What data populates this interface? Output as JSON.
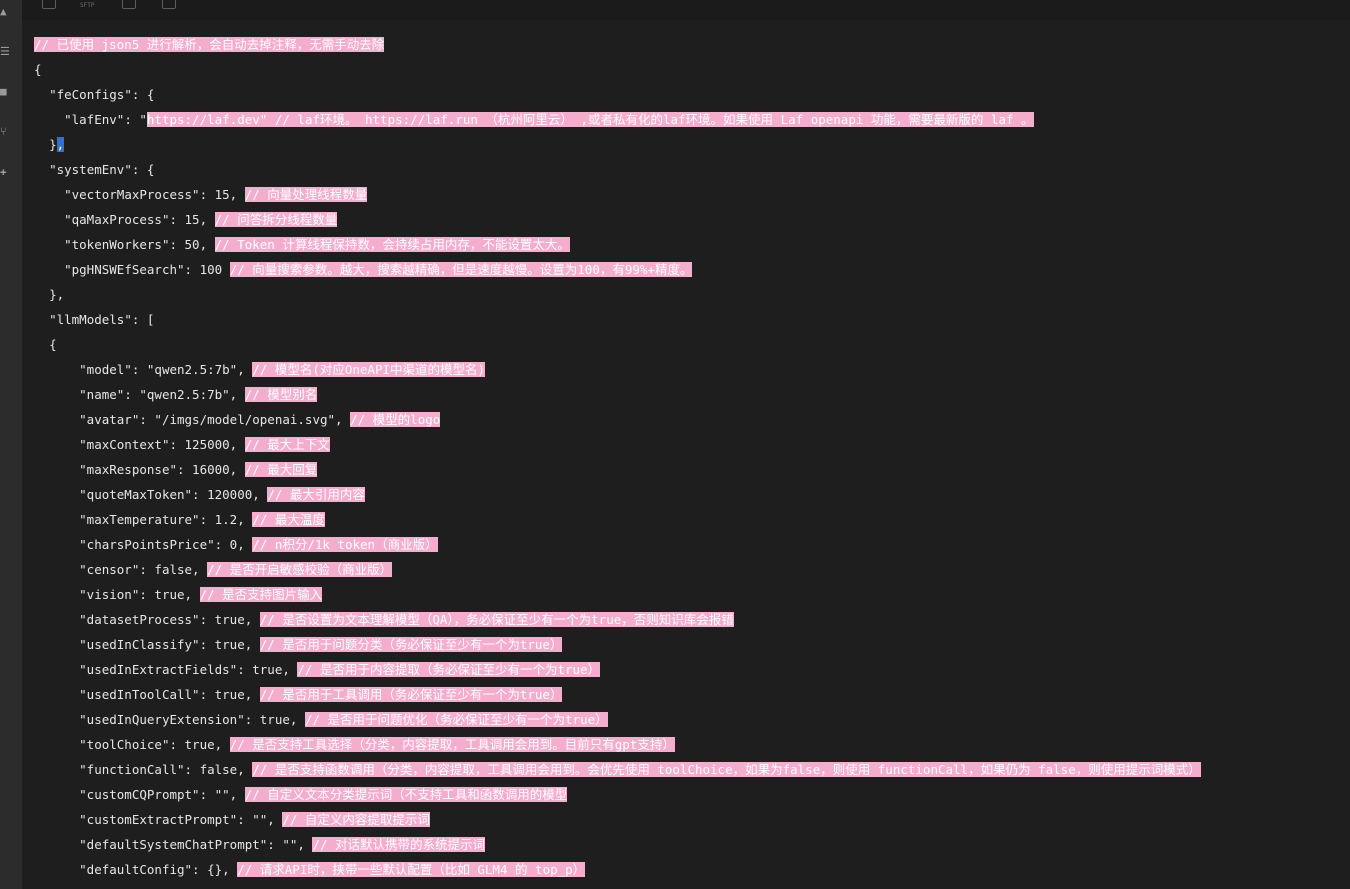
{
  "toolbar": {
    "sftp_label": "SFTP"
  },
  "lines": [
    {
      "indent": "",
      "pre": "",
      "sel": "// 已使用 json5 进行解析，会自动去掉注释，无需手动去除",
      "post": ""
    },
    {
      "indent": "",
      "pre": "{",
      "sel": "",
      "post": ""
    },
    {
      "indent": "  ",
      "pre": "\"feConfigs\": {",
      "sel": "",
      "post": ""
    },
    {
      "indent": "    ",
      "pre": "\"lafEnv\": \"",
      "sel": "https://laf.dev\" // laf环境。 https://laf.run （杭州阿里云） ,或者私有化的laf环境。如果使用 Laf openapi 功能，需要最新版的 laf 。",
      "post": ""
    },
    {
      "indent": "  ",
      "pre": "}",
      "cursor": ",",
      "sel": "",
      "post": ""
    },
    {
      "indent": "  ",
      "pre": "\"systemEnv\": {",
      "sel": "",
      "post": ""
    },
    {
      "indent": "    ",
      "pre": "\"vectorMaxProcess\": 15, ",
      "sel": "// 向量处理线程数量",
      "post": ""
    },
    {
      "indent": "    ",
      "pre": "\"qaMaxProcess\": 15, ",
      "sel": "// 问答拆分线程数量",
      "post": ""
    },
    {
      "indent": "    ",
      "pre": "\"tokenWorkers\": 50, ",
      "sel": "// Token 计算线程保持数，会持续占用内存，不能设置太大。",
      "post": ""
    },
    {
      "indent": "    ",
      "pre": "\"pgHNSWEfSearch\": 100 ",
      "sel": "// 向量搜索参数。越大，搜索越精确，但是速度越慢。设置为100，有99%+精度。",
      "post": ""
    },
    {
      "indent": "  ",
      "pre": "},",
      "sel": "",
      "post": ""
    },
    {
      "indent": "  ",
      "pre": "\"llmModels\": [",
      "sel": "",
      "post": ""
    },
    {
      "indent": "  ",
      "pre": "{",
      "sel": "",
      "post": ""
    },
    {
      "indent": "      ",
      "pre": "\"model\": \"qwen2.5:7b\", ",
      "sel": "// 模型名(对应OneAPI中渠道的模型名)",
      "post": ""
    },
    {
      "indent": "      ",
      "pre": "\"name\": \"qwen2.5:7b\", ",
      "sel": "// 模型别名",
      "post": ""
    },
    {
      "indent": "      ",
      "pre": "\"avatar\": \"/imgs/model/openai.svg\", ",
      "sel": "// 模型的logo",
      "post": ""
    },
    {
      "indent": "      ",
      "pre": "\"maxContext\": 125000, ",
      "sel": "// 最大上下文",
      "post": ""
    },
    {
      "indent": "      ",
      "pre": "\"maxResponse\": 16000, ",
      "sel": "// 最大回复",
      "post": ""
    },
    {
      "indent": "      ",
      "pre": "\"quoteMaxToken\": 120000, ",
      "sel": "// 最大引用内容",
      "post": ""
    },
    {
      "indent": "      ",
      "pre": "\"maxTemperature\": 1.2, ",
      "sel": "// 最大温度",
      "post": ""
    },
    {
      "indent": "      ",
      "pre": "\"charsPointsPrice\": 0, ",
      "sel": "// n积分/1k token（商业版）",
      "post": ""
    },
    {
      "indent": "      ",
      "pre": "\"censor\": false, ",
      "sel": "// 是否开启敏感校验（商业版）",
      "post": ""
    },
    {
      "indent": "      ",
      "pre": "\"vision\": true, ",
      "sel": "// 是否支持图片输入",
      "post": ""
    },
    {
      "indent": "      ",
      "pre": "\"datasetProcess\": true, ",
      "sel": "// 是否设置为文本理解模型（QA），务必保证至少有一个为true，否则知识库会报错",
      "post": ""
    },
    {
      "indent": "      ",
      "pre": "\"usedInClassify\": true, ",
      "sel": "// 是否用于问题分类（务必保证至少有一个为true）",
      "post": ""
    },
    {
      "indent": "      ",
      "pre": "\"usedInExtractFields\": true, ",
      "sel": "// 是否用于内容提取（务必保证至少有一个为true）",
      "post": ""
    },
    {
      "indent": "      ",
      "pre": "\"usedInToolCall\": true, ",
      "sel": "// 是否用于工具调用（务必保证至少有一个为true）",
      "post": ""
    },
    {
      "indent": "      ",
      "pre": "\"usedInQueryExtension\": true, ",
      "sel": "// 是否用于问题优化（务必保证至少有一个为true）",
      "post": ""
    },
    {
      "indent": "      ",
      "pre": "\"toolChoice\": true, ",
      "sel": "// 是否支持工具选择（分类，内容提取，工具调用会用到。目前只有gpt支持）",
      "post": ""
    },
    {
      "indent": "      ",
      "pre": "\"functionCall\": false, ",
      "sel": "// 是否支持函数调用（分类，内容提取，工具调用会用到。会优先使用 toolChoice，如果为false，则使用 functionCall，如果仍为 false，则使用提示词模式）",
      "post": ""
    },
    {
      "indent": "      ",
      "pre": "\"customCQPrompt\": \"\", ",
      "sel": "// 自定义文本分类提示词（不支持工具和函数调用的模型",
      "post": ""
    },
    {
      "indent": "      ",
      "pre": "\"customExtractPrompt\": \"\", ",
      "sel": "// 自定义内容提取提示词",
      "post": ""
    },
    {
      "indent": "      ",
      "pre": "\"defaultSystemChatPrompt\": \"\", ",
      "sel": "// 对话默认携带的系统提示词",
      "post": ""
    },
    {
      "indent": "      ",
      "pre": "\"defaultConfig\": {}, ",
      "sel": "// 请求API时，挟带一些默认配置（比如 GLM4 的 top_p）",
      "post": ""
    }
  ]
}
